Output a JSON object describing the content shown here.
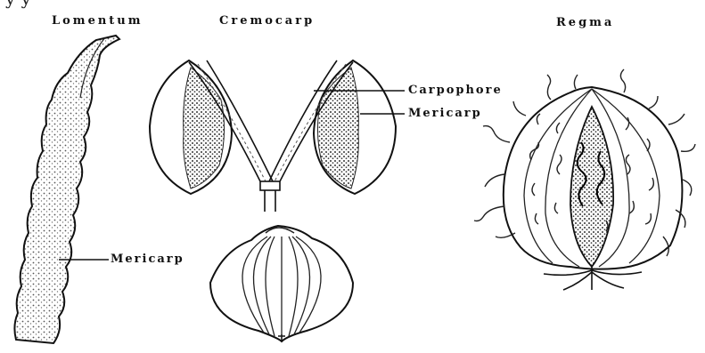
{
  "top_fragment": "y                                      y",
  "titles": {
    "lomentum": "Lomentum",
    "cremocarp": "Cremocarp",
    "regma": "Regma"
  },
  "callouts": {
    "carpophore": "Carpophore",
    "mericarp_cremocarp": "Mericarp",
    "mericarp_lomentum": "Mericarp"
  },
  "colors": {
    "ink": "#111111",
    "stipple": "#555555",
    "background": "#ffffff"
  }
}
